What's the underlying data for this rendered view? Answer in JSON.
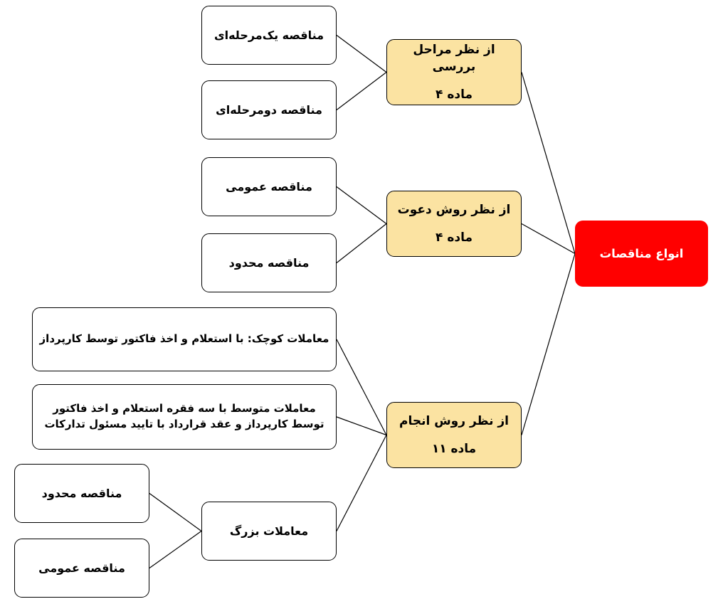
{
  "diagram": {
    "title_node": "انواع مناقصات",
    "colors": {
      "root_bg": "#ff0000",
      "root_text": "#ffffff",
      "category_bg": "#fbe3a2",
      "box_bg": "#ffffff",
      "border": "#000000",
      "line": "#000000"
    },
    "nodes": {
      "root": {
        "label": "انواع مناقصات"
      },
      "cat_review": {
        "title": "از نظر مراحل بررسی",
        "article": "ماده ۴"
      },
      "cat_invite": {
        "title": "از نظر روش دعوت",
        "article": "ماده ۴"
      },
      "cat_method": {
        "title": "از نظر روش انجام",
        "article": "ماده ۱۱"
      },
      "single_stage": {
        "label": "مناقصه یک‌مرحله‌ای"
      },
      "two_stage": {
        "label": "مناقصه دومرحله‌ای"
      },
      "public_tender": {
        "label": "مناقصه عمومی"
      },
      "limited_tender": {
        "label": "مناقصه محدود"
      },
      "small_deals": {
        "label": "معاملات کوچک: با استعلام و اخذ فاکتور توسط کارپرداز"
      },
      "medium_deals": {
        "label": "معاملات متوسط با سه فقره استعلام و اخذ فاکتور توسط کارپرداز و عقد قرارداد با تایید مسئول تدارکات"
      },
      "large_deals": {
        "label": "معاملات بزرگ"
      },
      "large_limited": {
        "label": "مناقصه محدود"
      },
      "large_public": {
        "label": "مناقصه عمومی"
      }
    }
  }
}
